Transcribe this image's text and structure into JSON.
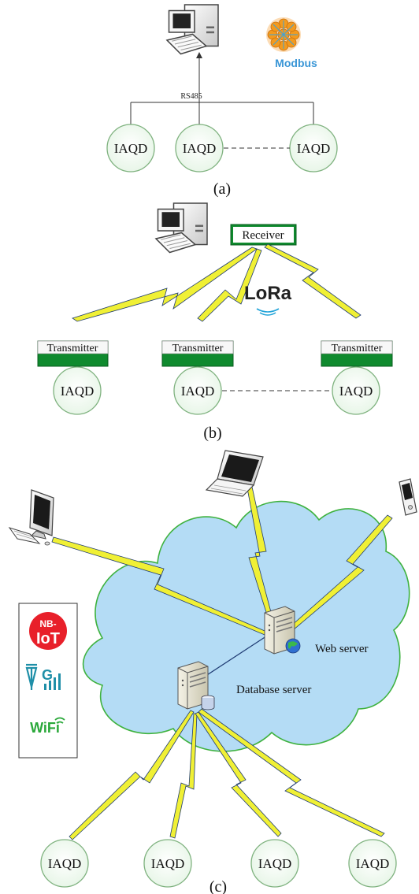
{
  "panel_a": {
    "caption": "(a)",
    "bus_label": "RS485",
    "modbus_label": "Modbus",
    "nodes": [
      "IAQD",
      "IAQD",
      "IAQD"
    ]
  },
  "panel_b": {
    "caption": "(b)",
    "receiver_label": "Receiver",
    "lora_label": "LoRa",
    "transmitters": [
      "Transmitter",
      "Transmitter",
      "Transmitter"
    ],
    "nodes": [
      "IAQD",
      "IAQD",
      "IAQD"
    ]
  },
  "panel_c": {
    "caption": "(c)",
    "web_server_label": "Web server",
    "database_server_label": "Database server",
    "nbiot_label_top": "NB-",
    "nbiot_label_bottom": "IoT",
    "cellular_label": "G",
    "wifi_label": "WiFi",
    "nodes": [
      "IAQD",
      "IAQD",
      "IAQD",
      "IAQD"
    ]
  },
  "colors": {
    "node_fill": "#f2fbf2",
    "node_stroke": "#7fb27f",
    "bolt_fill": "#f0f035",
    "link_blue": "#1f3b73",
    "transmitter_green": "#0f8a2e",
    "cloud_fill": "#b4dcf5",
    "cloud_stroke": "#3fb23f",
    "nbiot_red": "#e8202a",
    "cellular_teal": "#1f8fa8",
    "wifi_green": "#2aa83a"
  }
}
